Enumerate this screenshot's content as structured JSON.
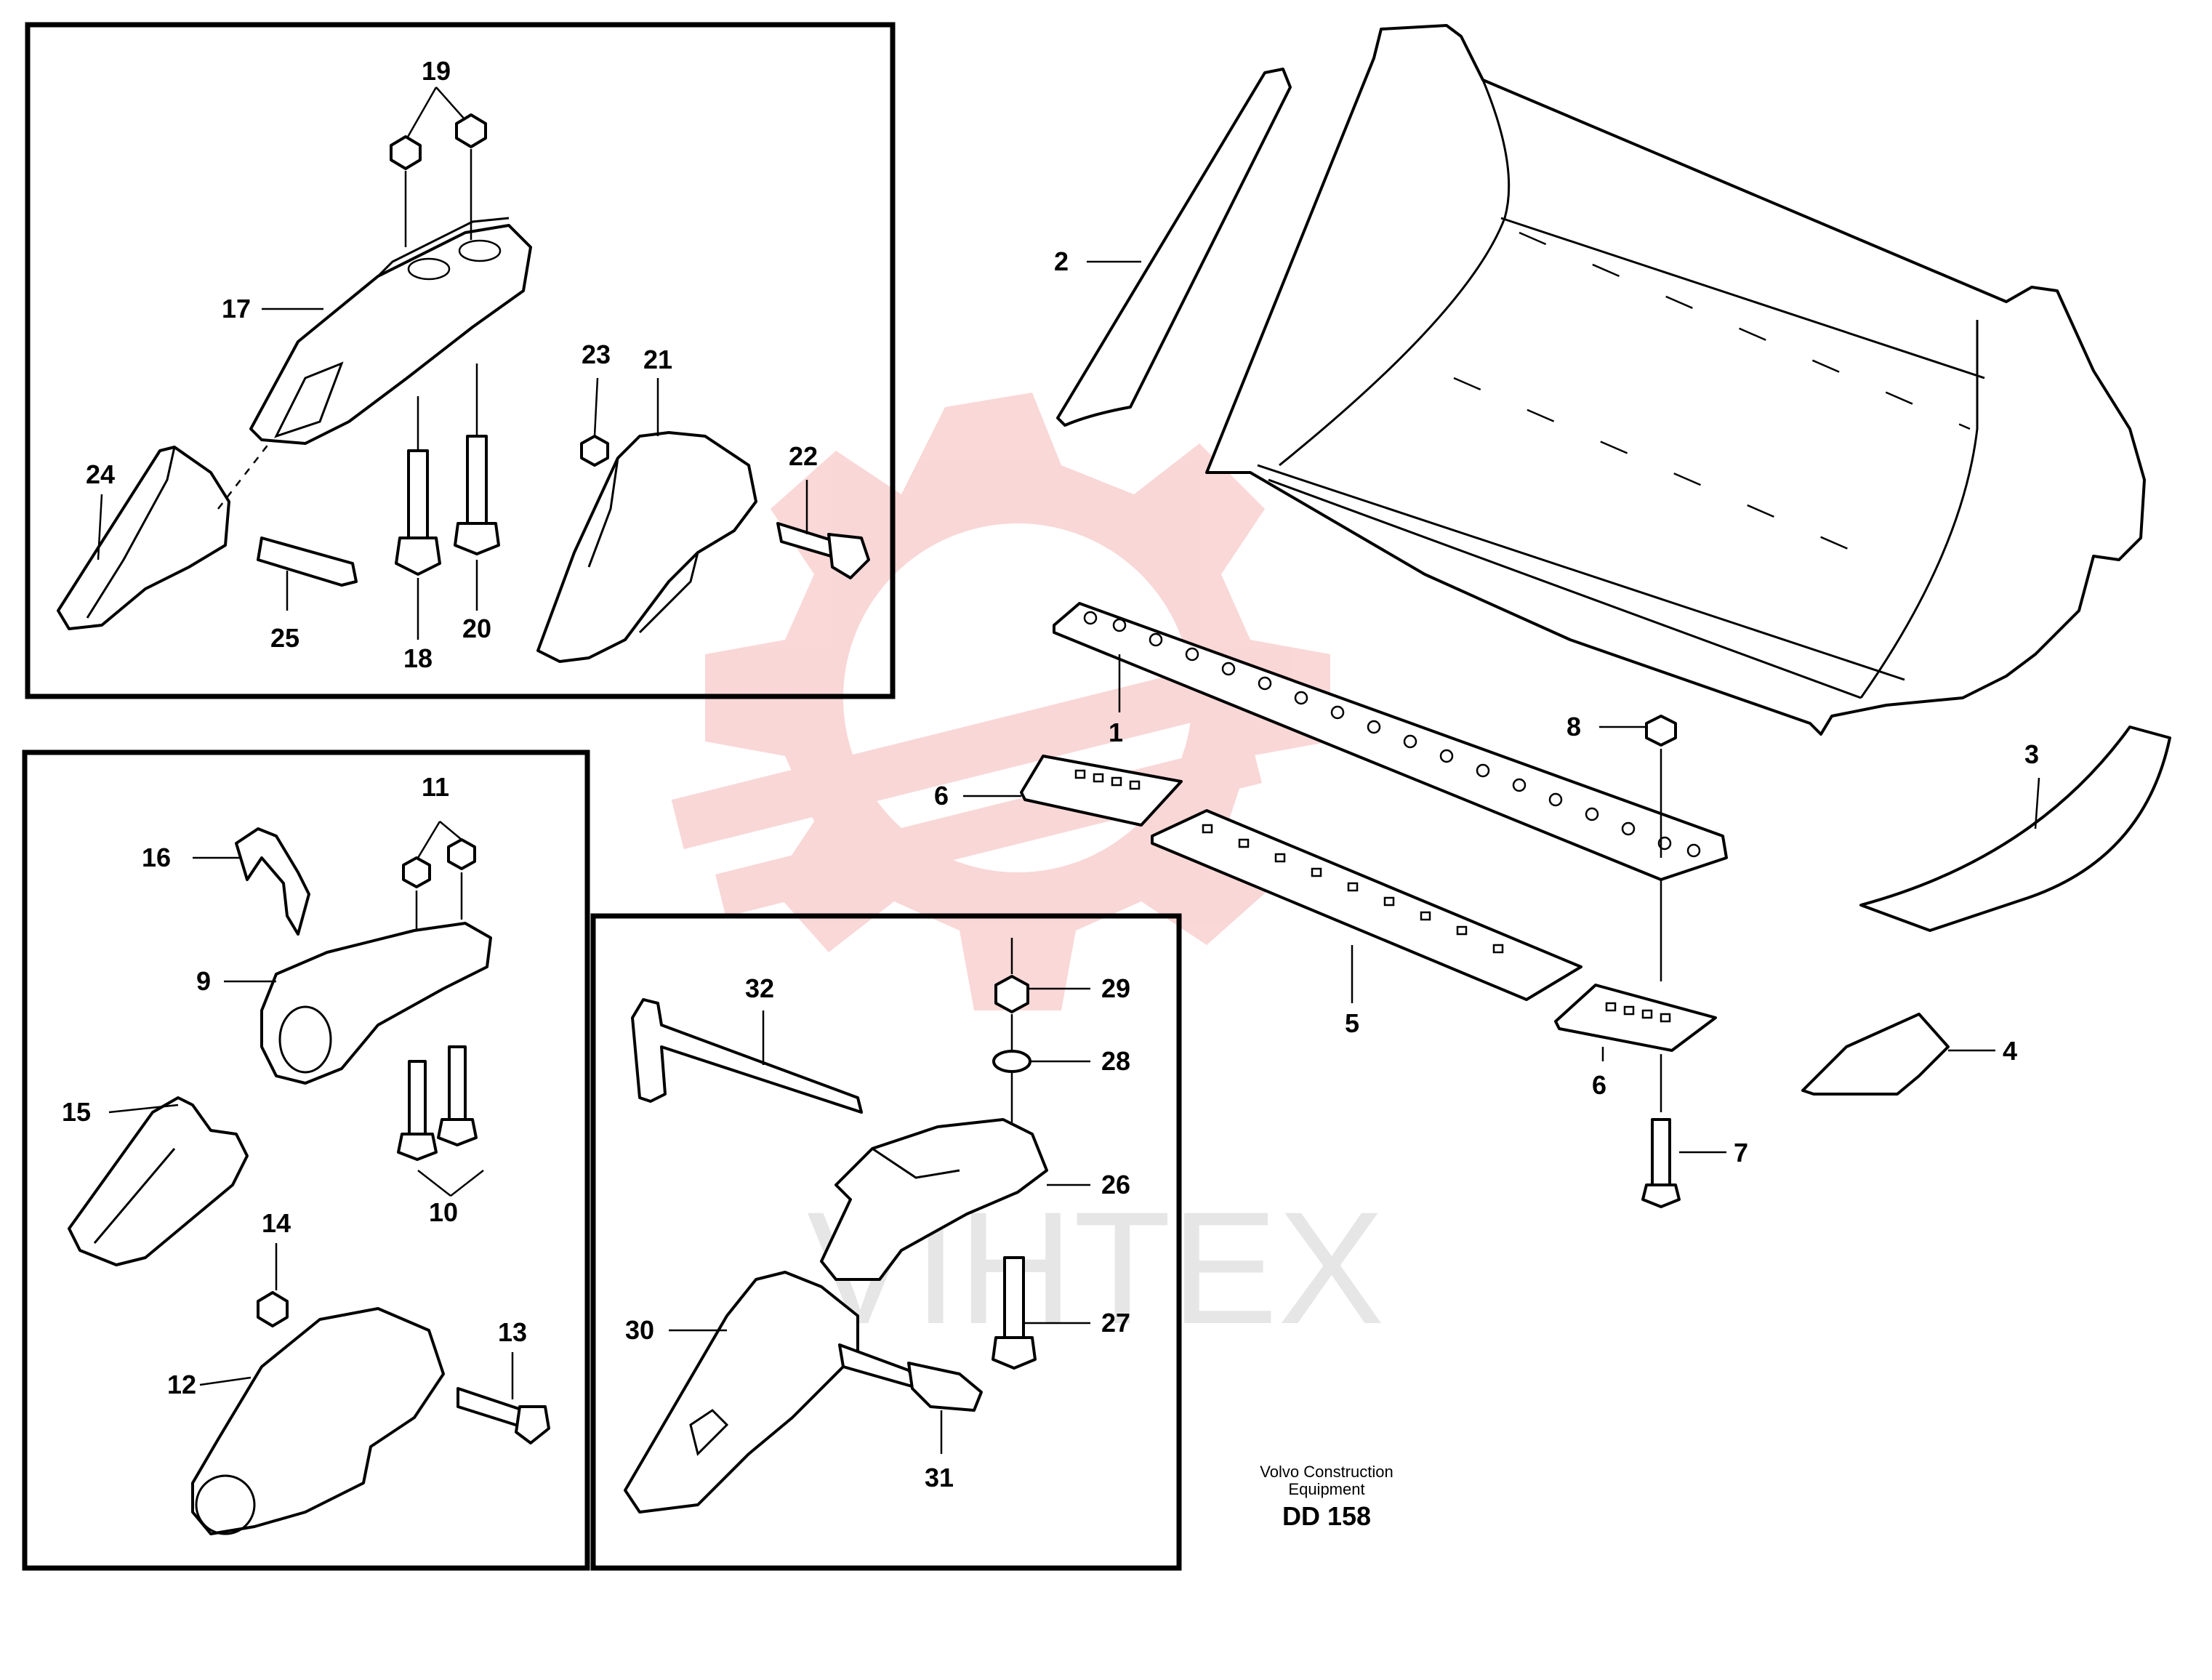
{
  "labels": {
    "l1": "1",
    "l2": "2",
    "l3": "3",
    "l4": "4",
    "l5": "5",
    "l6a": "6",
    "l6b": "6",
    "l7": "7",
    "l8": "8",
    "l9": "9",
    "l10": "10",
    "l11": "11",
    "l12": "12",
    "l13": "13",
    "l14": "14",
    "l15": "15",
    "l16": "16",
    "l17": "17",
    "l18": "18",
    "l19": "19",
    "l20": "20",
    "l21": "21",
    "l22": "22",
    "l23": "23",
    "l24": "24",
    "l25": "25",
    "l26": "26",
    "l27": "27",
    "l28": "28",
    "l29": "29",
    "l30": "30",
    "l31": "31",
    "l32": "32"
  },
  "footer": {
    "company_line1": "Volvo Construction",
    "company_line2": "Equipment",
    "drawing_code": "DD 158"
  },
  "watermark": {
    "text": "VIHTEX",
    "logo_color": "#f5b8b8",
    "text_color": "#e6e6e6"
  }
}
